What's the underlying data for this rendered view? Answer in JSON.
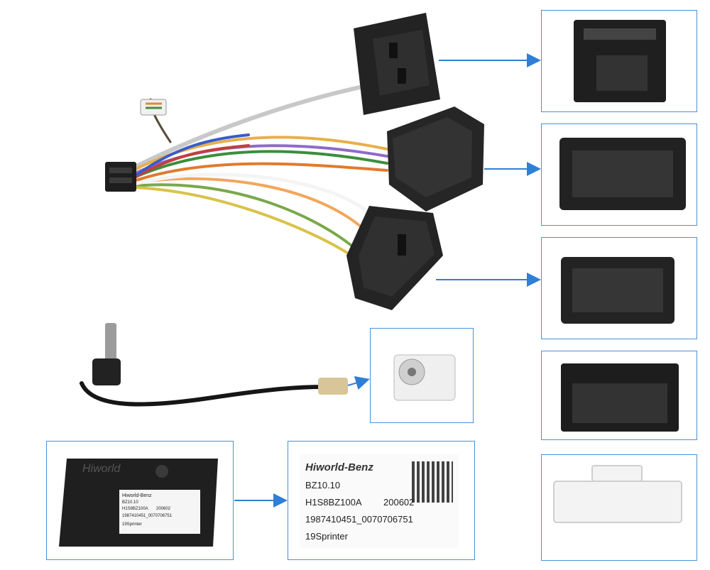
{
  "colors": {
    "panel_border": "#4a90d9",
    "arrow": "#2f7fd6",
    "connector": "#2a2a2a"
  },
  "module_label": {
    "brand": "Hiworld-Benz",
    "model": "BZ10.10",
    "code": "H1S8BZ100A",
    "date": "200602",
    "serial": "1987410451_0070706751",
    "vehicle": "19Sprinter"
  },
  "module_logo": "Hiworld",
  "small_label": {
    "brand": "Hiworld-Benz",
    "model": "BZ10.10",
    "code": "H1S8BZ100A",
    "date": "200602",
    "serial": "1987410451_0070706751",
    "vehicle": "19Sprinter"
  }
}
